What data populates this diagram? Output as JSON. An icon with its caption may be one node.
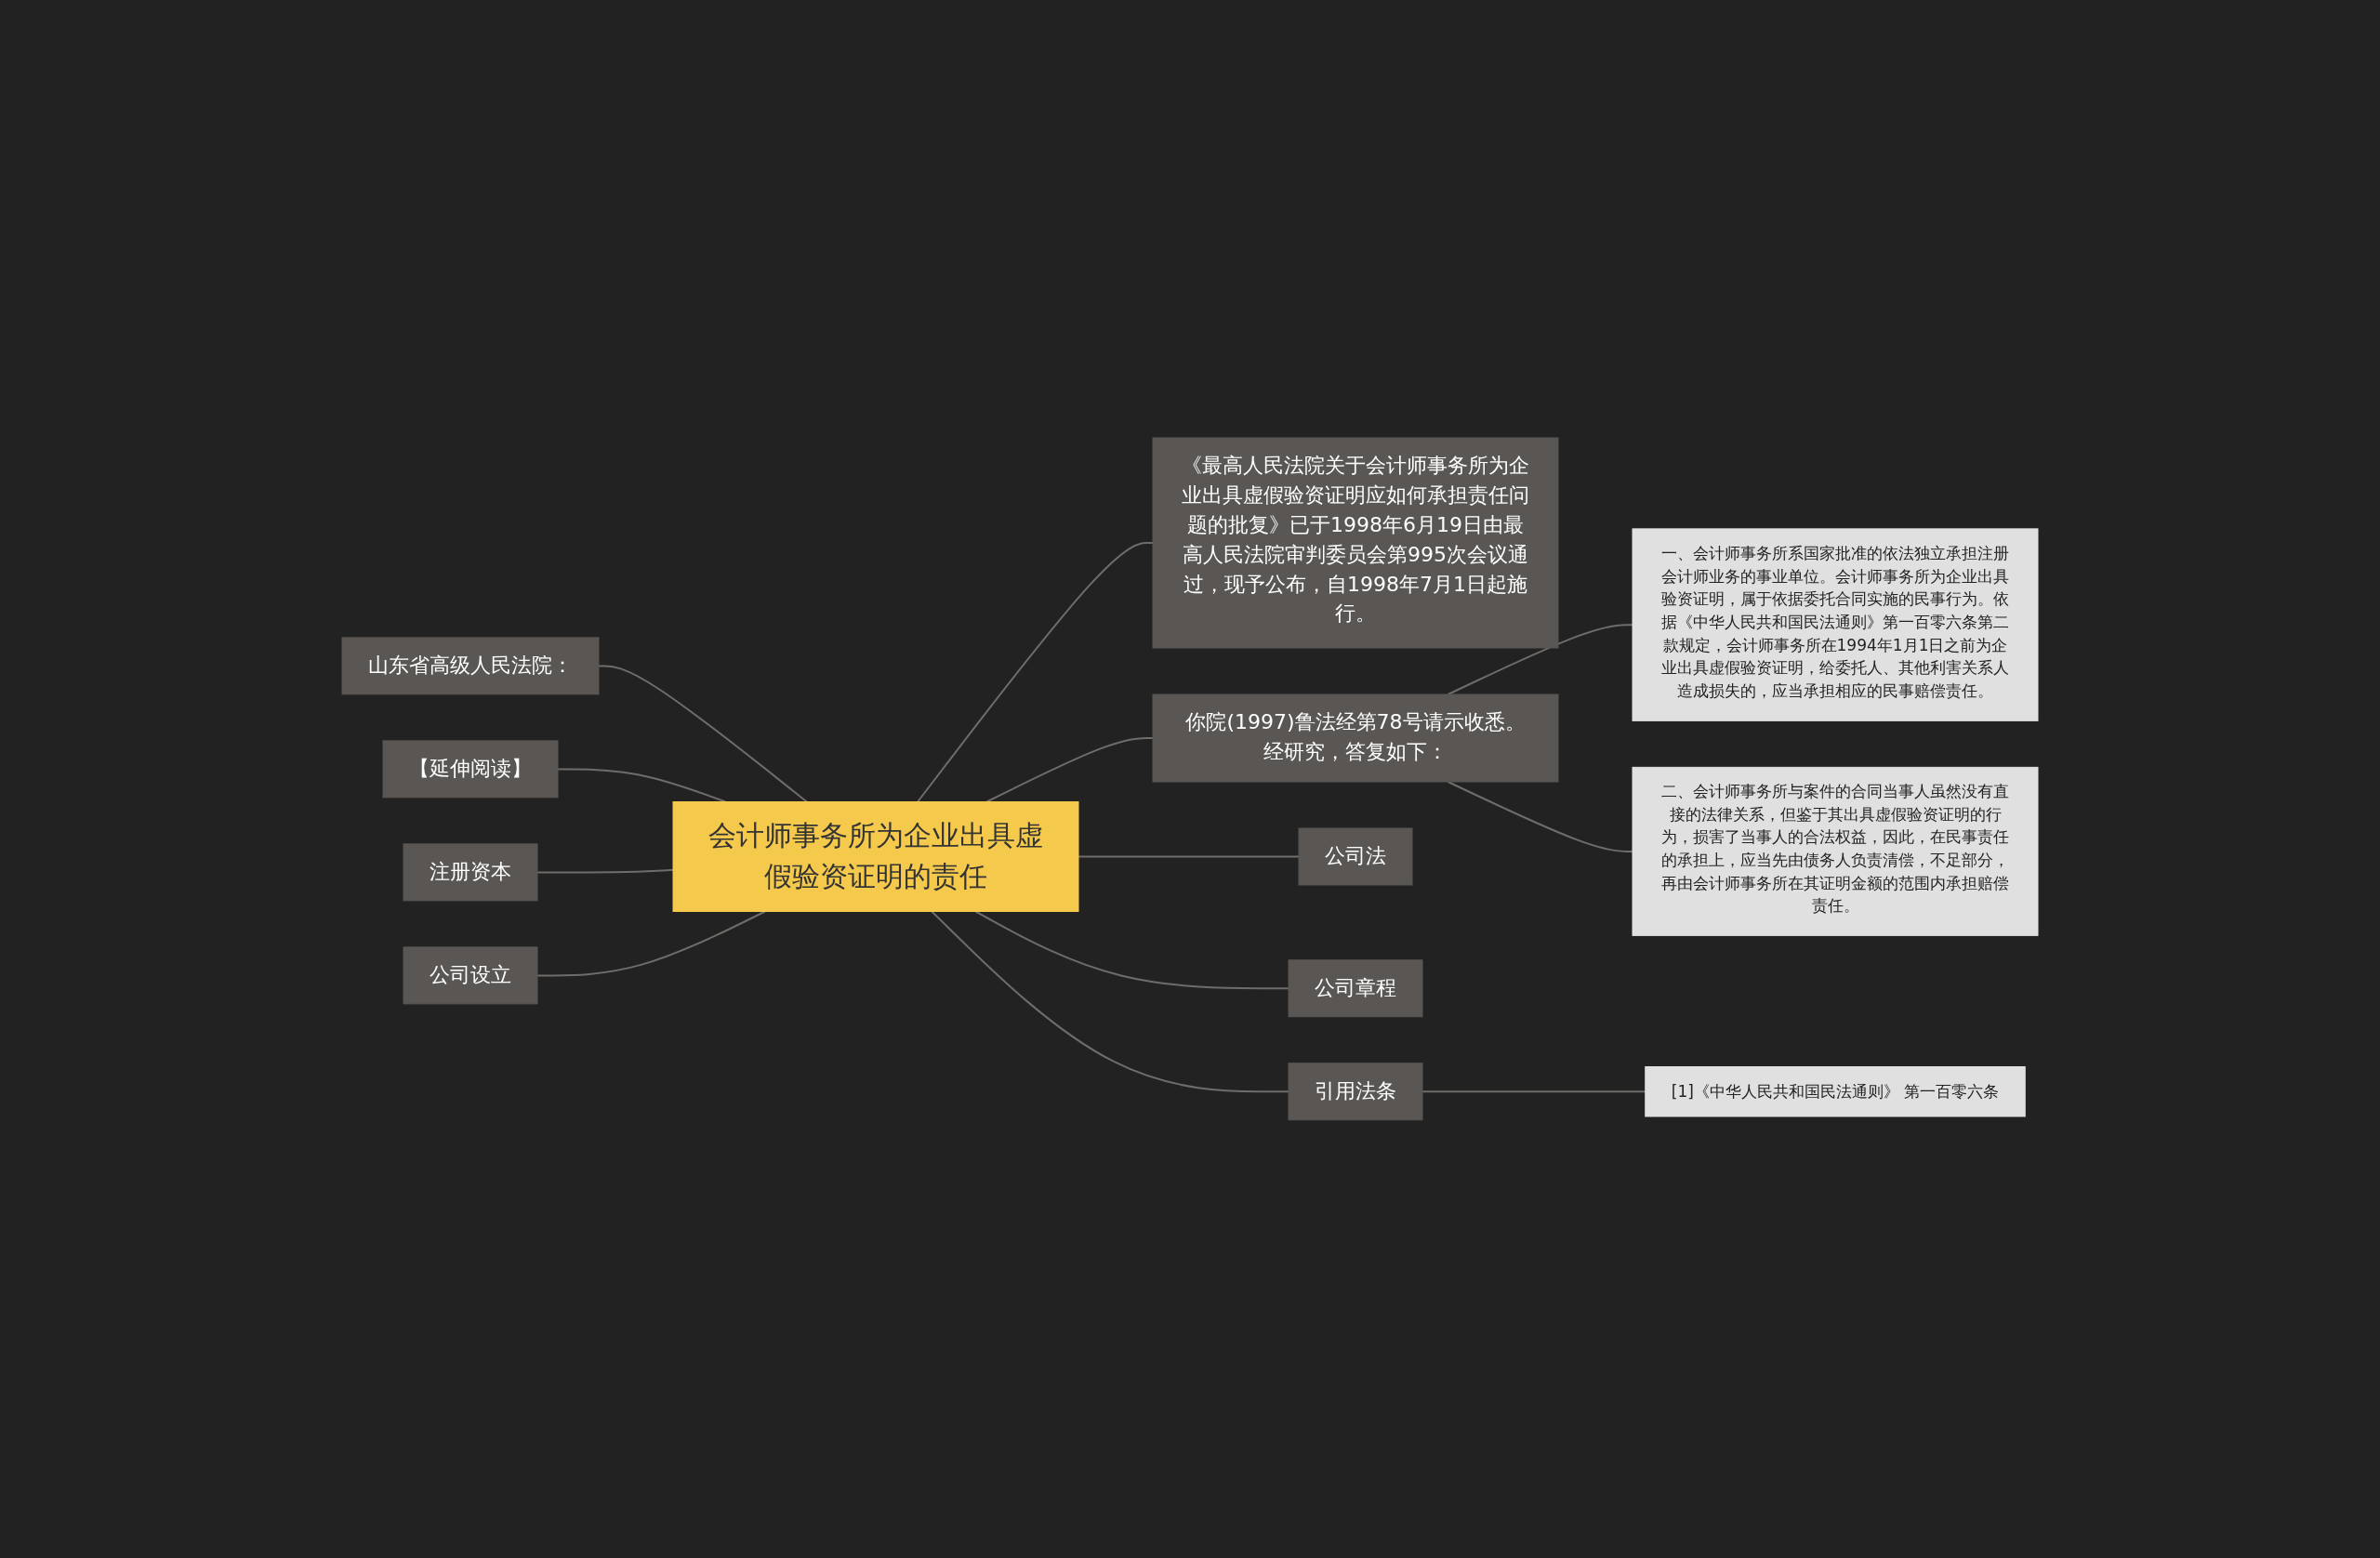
{
  "diagram": {
    "nodes": [
      {
        "text": [
          "会计师事务所为企业出具虚假验资证明的责任"
        ]
      },
      {
        "text": [
          "山东省高级人民法院："
        ]
      },
      {
        "text": [
          "【延伸阅读】"
        ]
      },
      {
        "text": [
          "注册资本"
        ]
      },
      {
        "text": [
          "公司设立"
        ]
      },
      {
        "text": [
          "《最高人民法院关于会计师事务所为企业出具虚假验资证明应如何承担责任问题的批复》已于1998年6月19日由最高人民法院审判委员会第995次会议通过，现予公布，自1998年7月1日起施行。"
        ]
      },
      {
        "text": [
          "你院(1997)鲁法经第78号请示收悉。经研究，答复如下："
        ]
      },
      {
        "text": [
          "一、会计师事务所系国家批准的依法独立承担注册会计师业务的事业单位。会计师事务所为企业出具验资证明，属于依据委托合同实施的民事行为。依据《中华人民共和国民法通则》第一百零六条第二款规定，会计师事务所在1994年1月1日之前为企业出具虚假验资证明，给委托人、其他利害关系人造成损失的，应当承担相应的民事赔偿责任。"
        ]
      },
      {
        "text": [
          "二、会计师事务所与案件的合同当事人虽然没有直接的法律关系，但鉴于其出具虚假验资证明的行为，损害了当事人的合法权益，因此，在民事责任的承担上，应当先由债务人负责清偿，不足部分，再由会计师事务所在其证明金额的范围内承担赔偿责任。"
        ]
      },
      {
        "text": [
          "公司法"
        ]
      },
      {
        "text": [
          "公司章程"
        ]
      },
      {
        "text": [
          "引用法条"
        ]
      },
      {
        "text": [
          "[1]《中华人民共和国民法通则》 第一百零六条"
        ]
      }
    ],
    "edges": [
      {
        "from": 0,
        "to": 1,
        "arrow": "none"
      },
      {
        "from": 0,
        "to": 2,
        "arrow": "none"
      },
      {
        "from": 0,
        "to": 3,
        "arrow": "none"
      },
      {
        "from": 0,
        "to": 4,
        "arrow": "none"
      },
      {
        "from": 0,
        "to": 5,
        "arrow": "none"
      },
      {
        "from": 0,
        "to": 6,
        "arrow": "none"
      },
      {
        "from": 6,
        "to": 7,
        "arrow": "none"
      },
      {
        "from": 6,
        "to": 8,
        "arrow": "none"
      },
      {
        "from": 0,
        "to": 9,
        "arrow": "none"
      },
      {
        "from": 0,
        "to": 10,
        "arrow": "none"
      },
      {
        "from": 0,
        "to": 11,
        "arrow": "none"
      },
      {
        "from": 11,
        "to": 12,
        "arrow": "none"
      }
    ]
  }
}
